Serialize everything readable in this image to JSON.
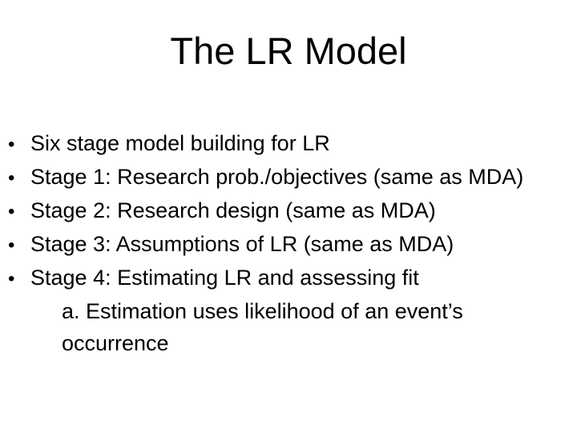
{
  "slide": {
    "title": "The LR Model",
    "bullet_char": "•",
    "bullets": [
      "Six stage model building for LR",
      "Stage 1: Research prob./objectives (same as MDA)",
      "Stage 2: Research design (same as MDA)",
      "Stage 3: Assumptions of LR (same as MDA)",
      "Stage 4: Estimating LR and assessing fit"
    ],
    "sub_lines": [
      "a. Estimation uses likelihood of an event’s",
      "occurrence"
    ],
    "colors": {
      "background": "#ffffff",
      "text": "#000000"
    }
  }
}
